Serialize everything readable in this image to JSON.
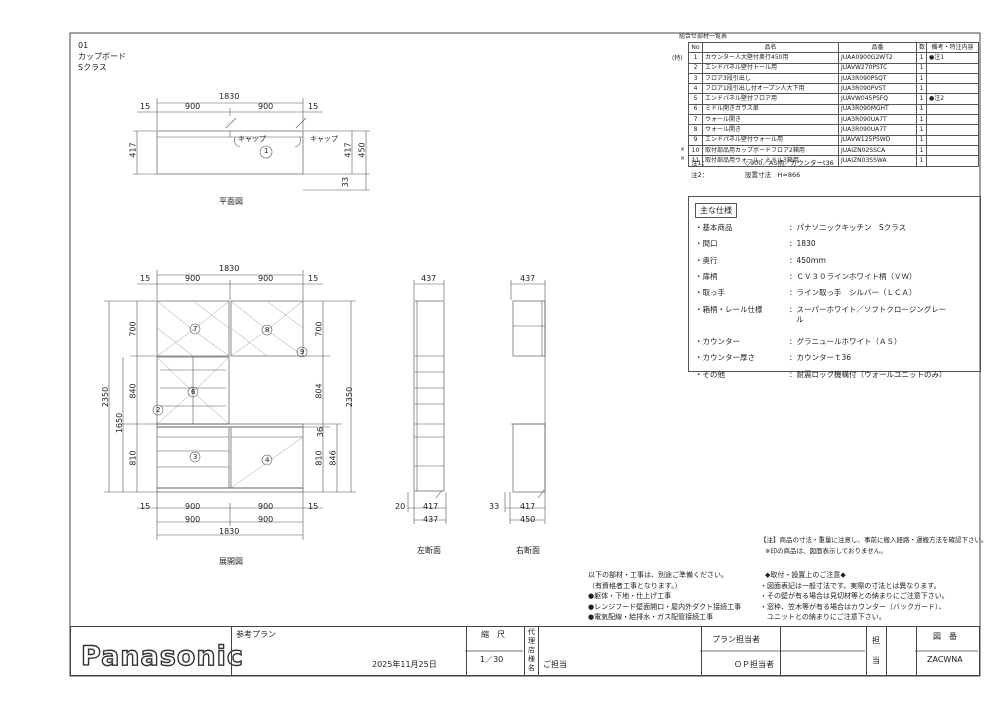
{
  "sheet": {
    "number": "01",
    "product_type": "カップボード",
    "class_name": "Sクラス"
  },
  "plan_view": {
    "title": "平面図",
    "top_total": "1830",
    "top_segments": [
      "15",
      "900",
      "900",
      "15"
    ],
    "left_depth": "417",
    "right_depth_a": "417",
    "right_depth_b": "450",
    "right_gap": "33",
    "cap_left": "キャップ",
    "cap_right": "キャップ",
    "item_marker": "1"
  },
  "front_view": {
    "title": "展開図",
    "top_total": "1830",
    "top_segments": [
      "15",
      "900",
      "900",
      "15"
    ],
    "left_total": "2350",
    "left_upper": "1650",
    "left_segments": [
      "700",
      "840",
      "810"
    ],
    "right_total": "2350",
    "right_segments": [
      "700",
      "804",
      "36",
      "810",
      "846"
    ],
    "bottom_segments_a": [
      "15",
      "900",
      "900",
      "15"
    ],
    "bottom_segments_b": [
      "900",
      "900"
    ],
    "bottom_total": "1830",
    "markers": [
      "7",
      "8",
      "9",
      "6",
      "2",
      "3",
      "4"
    ]
  },
  "left_section": {
    "title": "左断面",
    "top_width": "437",
    "bottom_a": "20",
    "bottom_b": "417",
    "bottom_total": "437"
  },
  "right_section": {
    "title": "右断面",
    "top_width": "437",
    "bottom_a": "33",
    "bottom_b": "417",
    "bottom_total": "450"
  },
  "parts_list": {
    "title": "組合せ部材一覧表",
    "header": {
      "no": "No",
      "name": "品名",
      "code": "品番",
      "qty": "数",
      "note": "備考・特注内容"
    },
    "special_mark": "(特)",
    "rows": [
      {
        "mark": "",
        "no": "1",
        "name": "カウンター人大壁付奥行450用",
        "code": "JUAA0900G2WT2",
        "qty": "1",
        "note": "●注1"
      },
      {
        "mark": "",
        "no": "2",
        "name": "エンドパネル壁付トール用",
        "code": "JUAVW270PSTC",
        "qty": "1",
        "note": ""
      },
      {
        "mark": "",
        "no": "3",
        "name": "フロア3段引出し",
        "code": "JUA3R090PSQT",
        "qty": "1",
        "note": ""
      },
      {
        "mark": "",
        "no": "4",
        "name": "フロア1段引出し付オープン人大下用",
        "code": "JUA3R090PVST",
        "qty": "1",
        "note": ""
      },
      {
        "mark": "",
        "no": "5",
        "name": "エンドパネル壁付フロア用",
        "code": "JUAVW045PSFQ",
        "qty": "1",
        "note": "●注2"
      },
      {
        "mark": "",
        "no": "6",
        "name": "ミドル開きガラス扉",
        "code": "JUA3R090MGHT",
        "qty": "1",
        "note": ""
      },
      {
        "mark": "",
        "no": "7",
        "name": "ウォール開き",
        "code": "JUA3R090UA7T",
        "qty": "1",
        "note": ""
      },
      {
        "mark": "",
        "no": "8",
        "name": "ウォール開き",
        "code": "JUA3R090UA7T",
        "qty": "1",
        "note": ""
      },
      {
        "mark": "",
        "no": "9",
        "name": "エンドパネル壁付ウォール用",
        "code": "JUAVW125PSWD",
        "qty": "1",
        "note": ""
      },
      {
        "mark": "×",
        "no": "10",
        "name": "取付部品用カップボードフロア2箱用",
        "code": "JUAIZN02SSCA",
        "qty": "1",
        "note": ""
      },
      {
        "mark": "×",
        "no": "11",
        "name": "取付部品用ウォール・ミドル3箱用",
        "code": "JUAIZN03SSWA",
        "qty": "1",
        "note": ""
      }
    ],
    "notes": [
      {
        "label": "注1：",
        "text": "◇900／AS柄／カウンターt36"
      },
      {
        "label": "注2：",
        "text": "設置寸法　H=866"
      }
    ]
  },
  "main_spec": {
    "title": "主な仕様",
    "rows": [
      {
        "label": "・基本商品",
        "value": "：パナソニックキッチン　Sクラス"
      },
      {
        "label": "・間口",
        "value": "：1830"
      },
      {
        "label": "・奥行",
        "value": "：450ｍｍ"
      },
      {
        "label": "・扉柄",
        "value": "：ＣＶ３０ラインホワイト柄（ＶＷ）"
      },
      {
        "label": "・取っ手",
        "value": "：ライン取っ手　シルバー（ＬＣＡ）"
      },
      {
        "label": "・箱柄・レール仕様",
        "value": "：スーパーホワイト／ソフトクロージングレー"
      },
      {
        "label": "",
        "value": "ル"
      },
      {
        "label": "・カウンター",
        "value": "：グラニュールホワイト（ＡＳ）"
      },
      {
        "label": "・カウンター厚さ",
        "value": "：カウンターｔ36"
      },
      {
        "label": "・その他",
        "value": "：耐震ロック機構付（ウォールユニットのみ）"
      }
    ]
  },
  "caution": {
    "line1": "【注】商品の寸法・重量に注意し、事前に搬入経路・運搬方法を確認下さい。",
    "line2": "※印の商品は、図面表示しておりません。"
  },
  "separate_work": {
    "lines": [
      "以下の部材・工事は、別途ご準備ください。",
      "（有資格者工事となります。）",
      "●躯体・下地・仕上げ工事",
      "●レンジフード壁面開口・屋内外ダクト接続工事",
      "●電気配線・給排水・ガス配管接続工事"
    ]
  },
  "install_notes": {
    "lines": [
      "◆取付・設置上のご注意◆",
      "・図面表記は一般寸法です。実際の寸法とは異なります。",
      "・その壁が有る場合は見切材等との納まりにご注意下さい。",
      "・窓枠、笠木等が有る場合はカウンター（バックガード）、",
      "　ユニットとの納まりにご注意下さい。"
    ]
  },
  "title_block": {
    "brand": "Panasonic",
    "plan_label": "参考プラン",
    "date": "2025年11月25日",
    "scale_label": "縮　尺",
    "scale_value": "1／30",
    "agent_label_1": "代",
    "agent_label_2": "理",
    "agent_label_3": "店",
    "agent_label_4": "様",
    "agent_label_5": "名",
    "person_label": "ご担当",
    "plan_staff": "プラン担当者",
    "op_staff": "ＯＰ担当者",
    "tan_label_1": "担",
    "tan_label_2": "当",
    "drawing_no_label": "図　番",
    "drawing_no": "ZACWNA"
  }
}
